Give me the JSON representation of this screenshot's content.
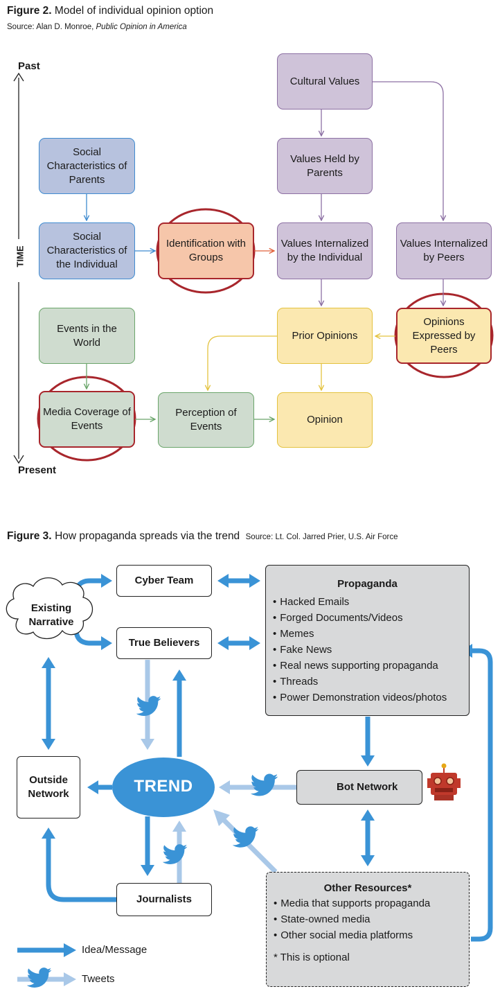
{
  "figure2": {
    "label": "Figure 2.",
    "title": "Model of individual opinion option",
    "source_prefix": "Source: Alan D. Monroe,",
    "source_title": "Public Opinion in America",
    "time_axis": {
      "top": "Past",
      "middle": "TIME",
      "bottom": "Present"
    },
    "nodes": {
      "social_parents": "Social Characteristics of Parents",
      "social_individual": "Social Characteristics of the Individual",
      "identification": "Identification with Groups",
      "cultural_values": "Cultural Values",
      "values_parents": "Values Held by Parents",
      "values_individual": "Values Internalized by the Individual",
      "values_peers": "Values Internalized by Peers",
      "events_world": "Events in the World",
      "prior_opinions": "Prior Opinions",
      "opinions_peers": "Opinions Expressed by Peers",
      "media_coverage": "Media Coverage of Events",
      "perception": "Perception of Events",
      "opinion": "Opinion"
    },
    "colors": {
      "blue": "#b7c2de",
      "purple": "#cfc3d9",
      "orange": "#f6c6aa",
      "green": "#cfdccf",
      "yellow": "#fbe8b0",
      "highlight_ring": "#a8262c"
    }
  },
  "figure3": {
    "label": "Figure 3.",
    "title": "How propaganda spreads via the trend",
    "source": "Source: Lt. Col. Jarred Prier, U.S. Air Force",
    "nodes": {
      "existing_narrative": "Existing Narrative",
      "cyber_team": "Cyber Team",
      "true_believers": "True Believers",
      "outside_network": "Outside Network",
      "trend": "TREND",
      "bot_network": "Bot Network",
      "journalists": "Journalists"
    },
    "propaganda": {
      "header": "Propaganda",
      "items": [
        "Hacked Emails",
        "Forged Documents/Videos",
        "Memes",
        "Fake News",
        "Real news supporting propaganda",
        "Threads",
        "Power Demonstration videos/photos"
      ]
    },
    "other_resources": {
      "header": "Other Resources*",
      "items": [
        "Media that supports propaganda",
        "State-owned media",
        "Other social media platforms"
      ],
      "note": "* This is optional"
    },
    "legend": {
      "idea": "Idea/Message",
      "tweets": "Tweets"
    },
    "colors": {
      "idea_arrow": "#3a93d6",
      "tweet_arrow": "#a9c8e8",
      "trend_fill": "#3a93d6",
      "box_gray": "#d8d9da"
    },
    "icons": {
      "tweet": "bird-icon",
      "bot": "robot-icon"
    }
  }
}
